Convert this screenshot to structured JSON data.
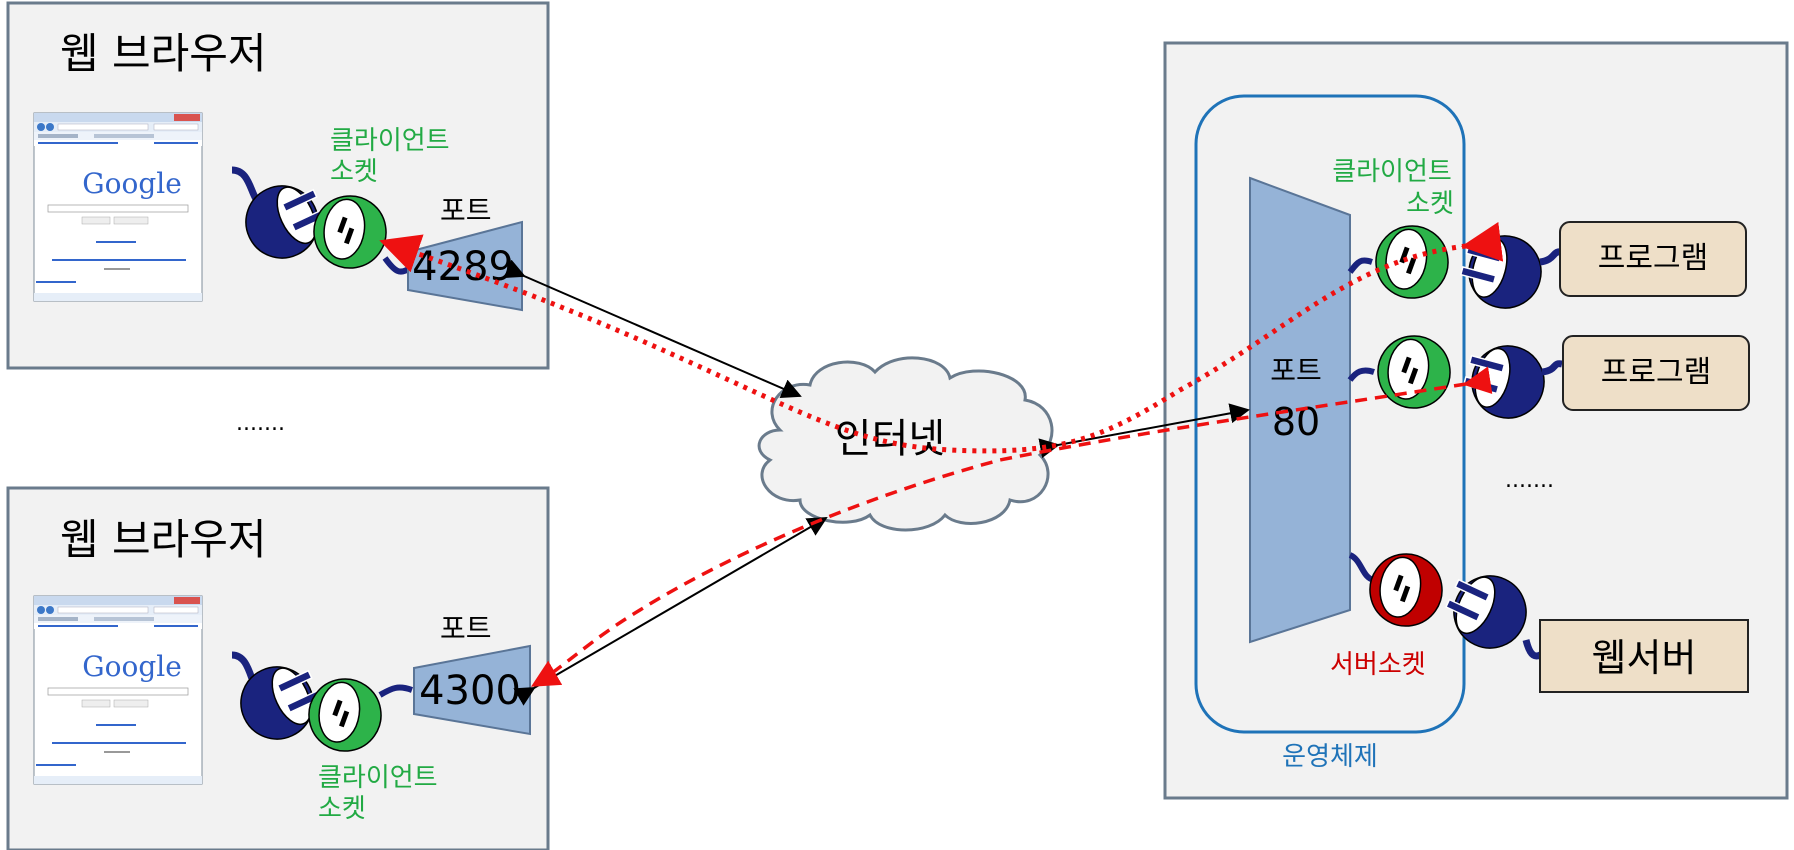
{
  "browsers": [
    {
      "title": "웹 브라우저",
      "port_label": "포트",
      "port_number": "4289",
      "socket_label_line1": "클라이언트",
      "socket_label_line2": "소켓",
      "screenshot_logo": "Google"
    },
    {
      "title": "웹 브라우저",
      "port_label": "포트",
      "port_number": "4300",
      "socket_label_line1": "클라이언트",
      "socket_label_line2": "소켓",
      "screenshot_logo": "Google"
    }
  ],
  "browsers_ellipsis": ".......",
  "internet_label": "인터넷",
  "server": {
    "port_label": "포트",
    "port_number": "80",
    "client_socket_line1": "클라이언트",
    "client_socket_line2": "소켓",
    "programs": [
      "프로그램",
      "프로그램"
    ],
    "programs_ellipsis": ".......",
    "server_socket_label": "서버소켓",
    "web_server_label": "웹서버",
    "os_label": "운영체제"
  },
  "colors": {
    "panel_bg": "#f2f2f2",
    "panel_border": "#6a7b8c",
    "os_border": "#1f73b8",
    "port_fill": "#95b3d7",
    "port_stroke": "#5a7597",
    "socket_green": "#2db34a",
    "socket_red": "#c00000",
    "plug_navy": "#1a237e",
    "program_fill": "#eedfc8",
    "dashed_red": "#ee1111",
    "client_text": "#22aa44",
    "server_text": "#cc0000",
    "os_text": "#1f73b8"
  }
}
